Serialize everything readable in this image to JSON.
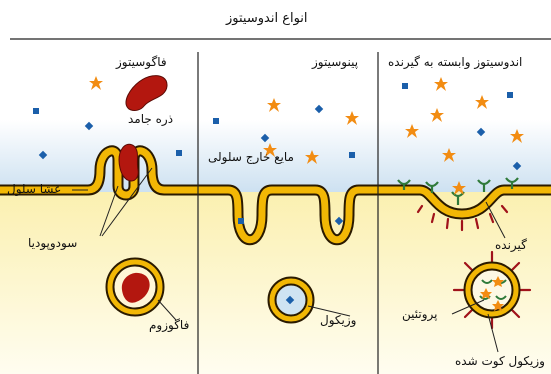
{
  "title": "انواع اندوسیتوز",
  "sections": {
    "phagocytosis": "فاگوسیتوز",
    "pinocytosis": "پینوسیتوز",
    "receptor": "اندوسیتوز وابسته به گیرنده"
  },
  "labels": {
    "solid_particle": "ذره جامد",
    "extracellular_fluid": "مایع خارج سلولی",
    "cell_membrane": "غشا سلول",
    "pseudopodia": "سودوپودیا",
    "phagosome": "فاگوزوم",
    "vesicle": "وزیکول",
    "receptor": "گیرنده",
    "protein": "پروتئین",
    "coated_vesicle": "وزیکول کوت شده"
  },
  "colors": {
    "membrane": "#f2b705",
    "membrane_edge": "#2a1a00",
    "cytoplasm": "#fdf6c8",
    "extracellular": "#cfe3f2",
    "particle": "#b3170f",
    "square_marker": "#1b5faa",
    "star_marker": "#f28c12",
    "receptor_cup": "#2f7a3a",
    "coat_spike": "#a0121a"
  }
}
